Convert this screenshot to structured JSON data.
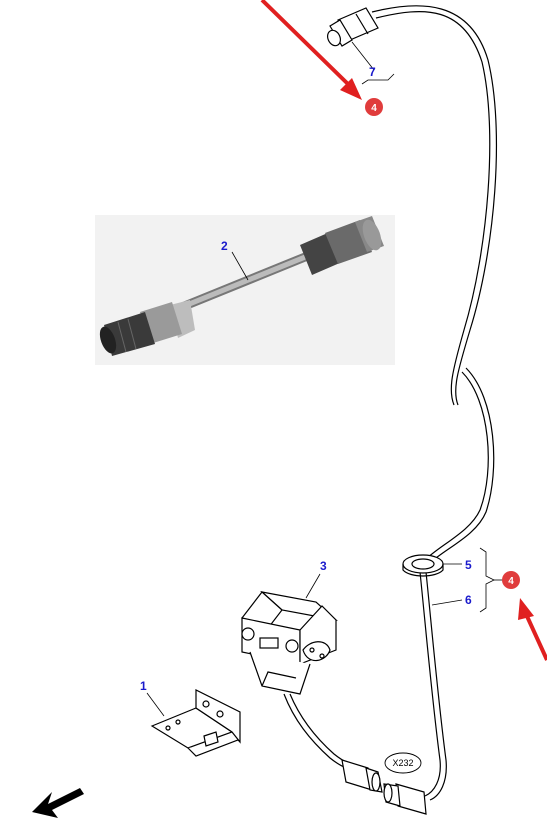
{
  "callouts": {
    "part1": "1",
    "part2": "2",
    "part3": "3",
    "part5": "5",
    "part6": "6",
    "part7": "7",
    "group_top": "4",
    "group_right": "4"
  },
  "connector_label": "X232",
  "colors": {
    "callout_text": "#1a1acc",
    "badge_fill": "#e03c3c",
    "arrow_red": "#e02020",
    "line": "#000000",
    "photo_bg": "#f2f2f2"
  },
  "icons": {
    "top_arrow": "red-arrow-icon",
    "right_arrow": "red-arrow-icon",
    "direction": "black-direction-arrow-icon"
  }
}
